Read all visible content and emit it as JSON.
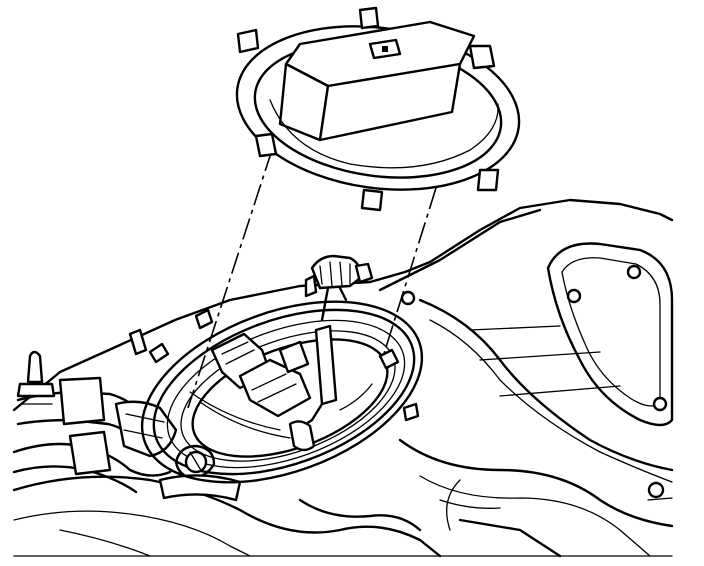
{
  "illustration": {
    "colors": {
      "line": "#000000",
      "background": "#ffffff"
    },
    "parts": [
      "lock-ring-tool",
      "fuel-pump-lock-ring",
      "fuel-sender-assembly",
      "electrical-connector",
      "fuel-tank",
      "fuel-lines"
    ]
  }
}
